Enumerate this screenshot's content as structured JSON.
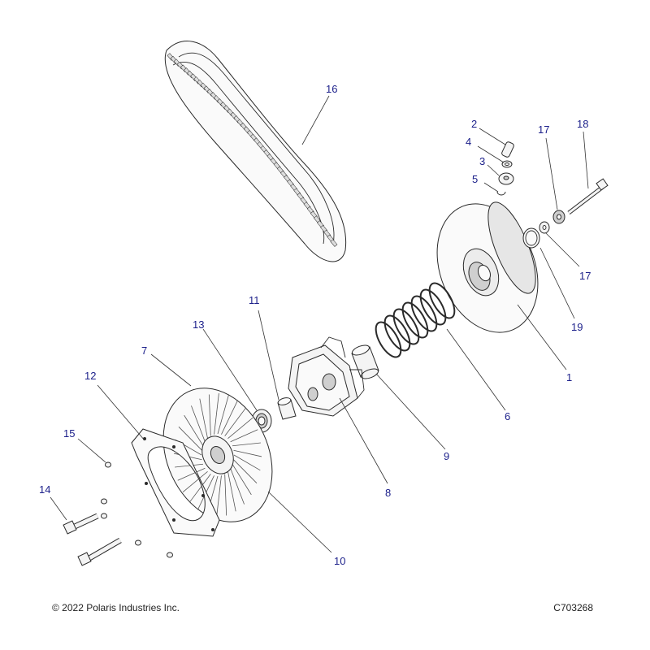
{
  "callouts": [
    {
      "id": "1",
      "label": "1"
    },
    {
      "id": "2",
      "label": "2"
    },
    {
      "id": "3",
      "label": "3"
    },
    {
      "id": "4",
      "label": "4"
    },
    {
      "id": "5",
      "label": "5"
    },
    {
      "id": "6",
      "label": "6"
    },
    {
      "id": "7",
      "label": "7"
    },
    {
      "id": "8",
      "label": "8"
    },
    {
      "id": "9",
      "label": "9"
    },
    {
      "id": "10",
      "label": "10"
    },
    {
      "id": "11",
      "label": "11"
    },
    {
      "id": "12",
      "label": "12"
    },
    {
      "id": "13",
      "label": "13"
    },
    {
      "id": "14",
      "label": "14"
    },
    {
      "id": "15",
      "label": "15"
    },
    {
      "id": "16",
      "label": "16"
    },
    {
      "id": "17a",
      "label": "17"
    },
    {
      "id": "17b",
      "label": "17"
    },
    {
      "id": "18",
      "label": "18"
    },
    {
      "id": "19",
      "label": "19"
    }
  ],
  "footer": {
    "copyright": "© 2022 Polaris Industries Inc.",
    "drawing_number": "C703268"
  },
  "colors": {
    "callout_text": "#1b1f8a",
    "line_art": "#2a2a2a",
    "background": "#ffffff"
  }
}
